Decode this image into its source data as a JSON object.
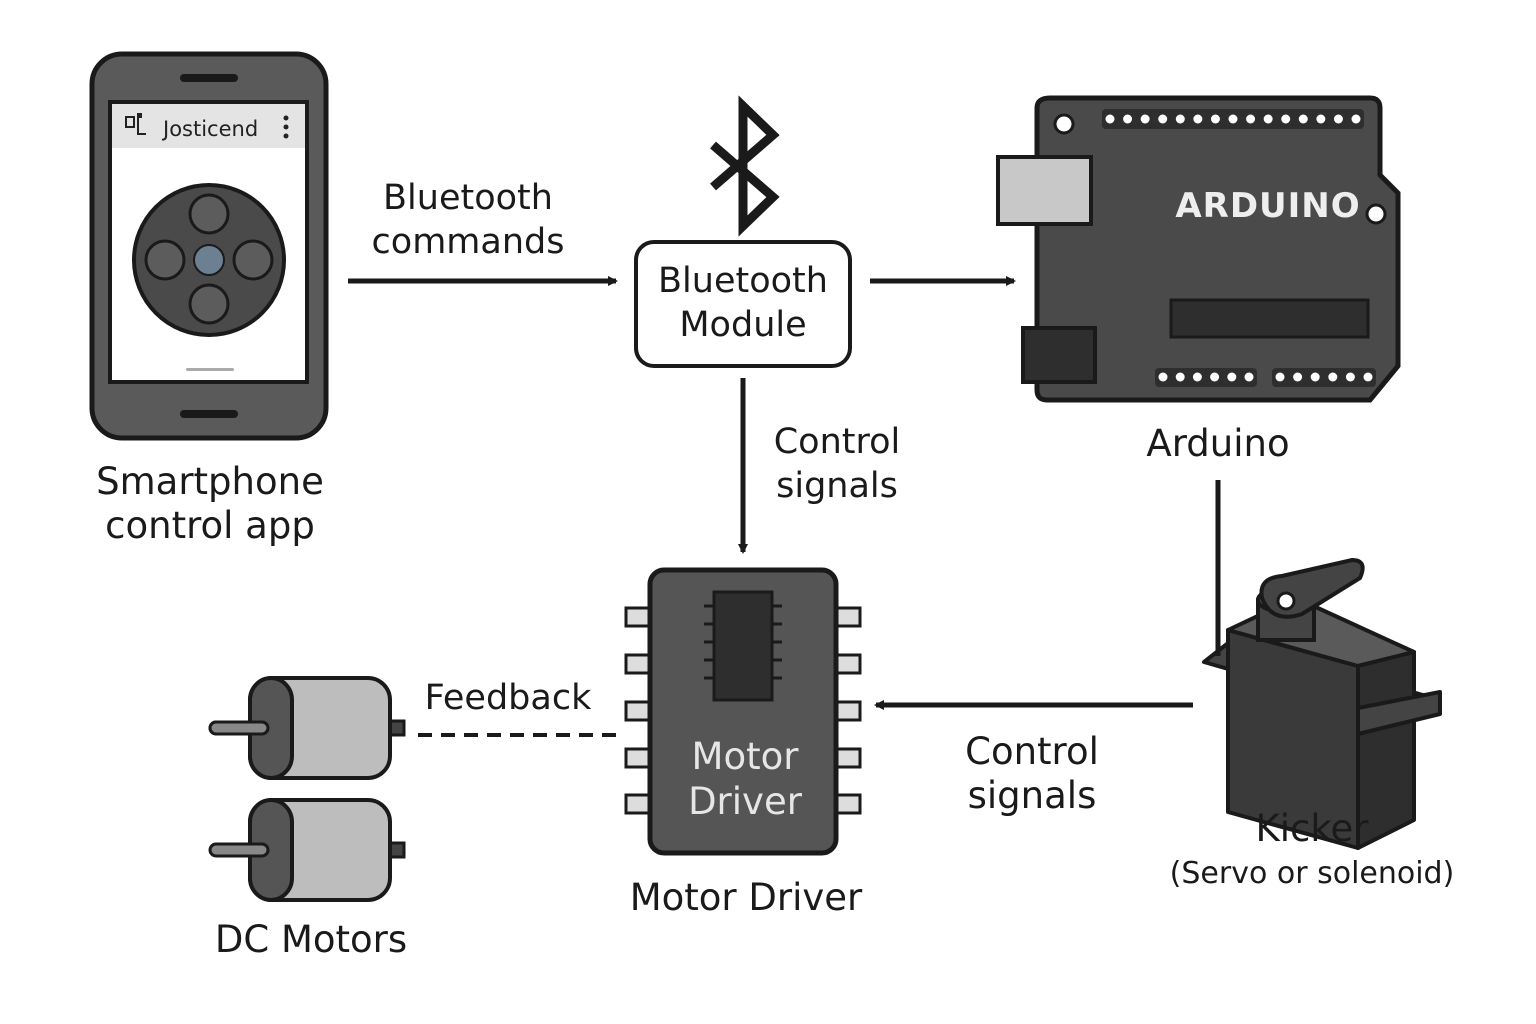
{
  "smartphone": {
    "label_line1": "Smartphone",
    "label_line2": "control app",
    "app_title": "Josticend"
  },
  "bluetooth_module": {
    "line1": "Bluetooth",
    "line2": "Module"
  },
  "arduino": {
    "board_text": "ARDUINO",
    "label": "Arduino"
  },
  "motor_driver": {
    "chip_line1": "Motor",
    "chip_line2": "Driver",
    "label": "Motor Driver"
  },
  "dc_motors": {
    "label": "DC Motors"
  },
  "kicker": {
    "label": "Kicker",
    "sublabel": "(Servo or solenoid)"
  },
  "edges": {
    "bluetooth_commands_line1": "Bluetooth",
    "bluetooth_commands_line2": "commands",
    "control_signals_top_line1": "Control",
    "control_signals_top_line2": "signals",
    "control_signals_bottom_line1": "Control",
    "control_signals_bottom_line2": "signals",
    "feedback": "Feedback"
  },
  "colors": {
    "dark": "#1a1a1a",
    "board": "#4a4a4a",
    "chip": "#555555",
    "accent_blue": "#6d7f93"
  }
}
